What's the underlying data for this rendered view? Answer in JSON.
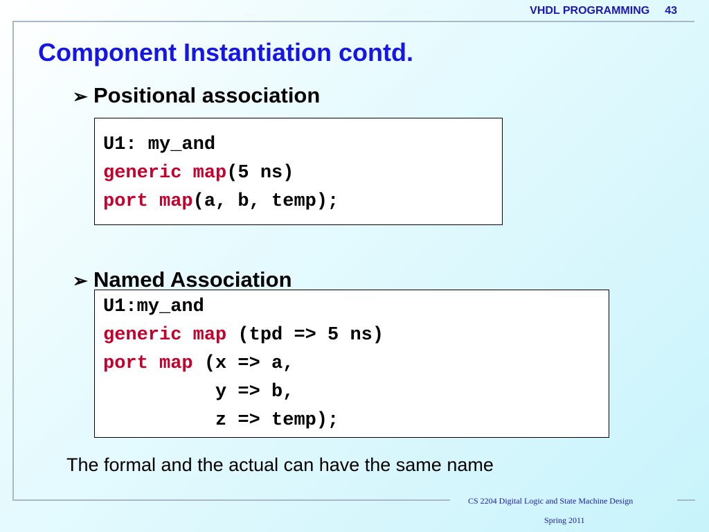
{
  "header": {
    "course": "VHDL PROGRAMMING",
    "slide_number": "43"
  },
  "title": "Component Instantiation contd.",
  "bullets": [
    {
      "arrow": "➢",
      "label": "Positional association"
    },
    {
      "arrow": "➢",
      "label": "Named Association"
    }
  ],
  "code_positional": {
    "line1": "U1: my_and",
    "line2_kw": "generic map",
    "line2_rest": "(5 ns)",
    "line3_kw": "port map",
    "line3_rest": "(a, b, temp);"
  },
  "code_named": {
    "line1": "U1:my_and",
    "line2_kw": "generic map",
    "line2_rest": " (tpd => 5 ns)",
    "line3_kw": "port map",
    "line3_rest": " (x => a,",
    "line4": "          y => b,",
    "line5": "          z => temp);"
  },
  "caption": "The formal and the actual can have the same name",
  "footer": {
    "course_name": "CS 2204 Digital Logic and State Machine Design",
    "term": "Spring 2011"
  },
  "colors": {
    "title": "#1515e6",
    "keyword": "#c4002b",
    "header": "#1c16b4"
  }
}
